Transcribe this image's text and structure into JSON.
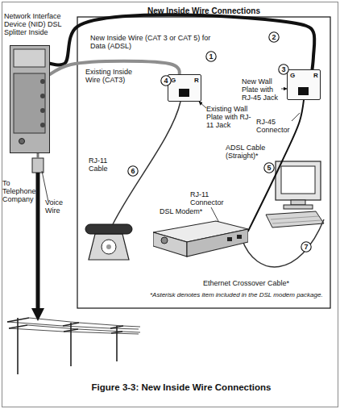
{
  "diagram": {
    "title": "New Inside Wire Connections",
    "caption": "Figure 3-3: New Inside Wire Connections",
    "nodes": [
      {
        "text": [
          "Network Interface Device (NID) DSL Splitter Inside"
        ]
      },
      {
        "text": [
          "2"
        ]
      },
      {
        "text": [
          "1"
        ]
      },
      {
        "text": [
          "4"
        ]
      },
      {
        "text": [
          "G",
          "R"
        ]
      },
      {
        "text": [
          "3"
        ]
      },
      {
        "text": [
          "G",
          "R"
        ]
      },
      {
        "text": [
          "6"
        ]
      },
      {
        "text": [
          "5"
        ]
      },
      {
        "text": [
          "DSL Modem*"
        ]
      },
      {
        "text": [
          "7"
        ]
      }
    ],
    "edges": [
      {
        "from": 0,
        "to": 6,
        "arrow": "none",
        "label": "New Inside Wire (CAT 3 or CAT 5) for Data (ADSL)"
      },
      {
        "from": 0,
        "to": 4,
        "arrow": "none",
        "label": "Existing Inside Wire (CAT3)"
      },
      {
        "from": 6,
        "to": 9,
        "arrow": "none",
        "label": "ADSL Cable (Straight)*"
      }
    ],
    "labels": [
      "New Wall Plate with RJ-45 Jack",
      "Existing Wall Plate with RJ-11 Jack",
      "RJ-45 Connector",
      "RJ-11 Cable",
      "To Telephone Company",
      "RJ-11 Connector",
      "Voice Wire",
      "Ethernet Crossover Cable*",
      "*Asterisk denotes item included in the DSL modem package."
    ]
  }
}
